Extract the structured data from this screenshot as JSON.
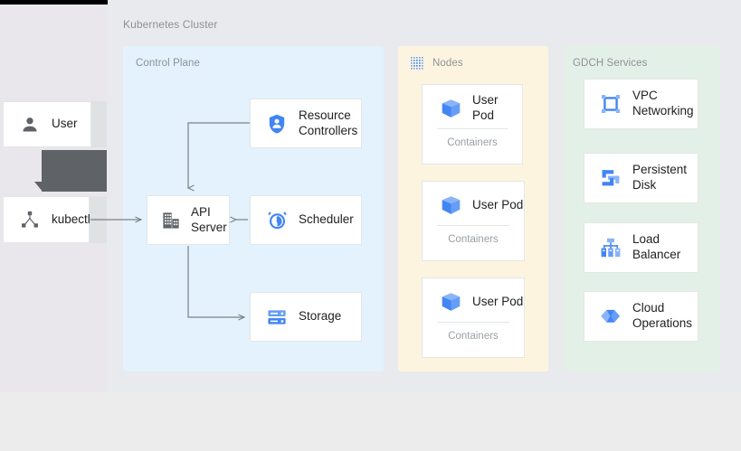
{
  "diagram": {
    "title": "Kubernetes Cluster",
    "colors": {
      "control_plane_bg": "#e3f2fd",
      "nodes_bg": "#fdf4e0",
      "gdch_bg": "#e3f0e7",
      "page_bg": "#e8eaed",
      "left_bg": "#e9e7eb",
      "icon_blue": "#4285f4",
      "icon_blue_light": "#8ab4f8",
      "icon_gray": "#5f6368",
      "connector": "#5f6368",
      "text": "#202124",
      "muted_text": "#9aa0a6"
    }
  },
  "actors": [
    {
      "id": "user",
      "label": "User",
      "icon": "person-icon"
    },
    {
      "id": "kubectl",
      "label": "kubectl",
      "icon": "kubectl-node-icon"
    }
  ],
  "tooltip": {
    "text": ""
  },
  "sections": {
    "control_plane": {
      "label": "Control Plane",
      "components": [
        {
          "id": "resource-controllers",
          "label": "Resource\nControllers",
          "icon": "shield-person-icon"
        },
        {
          "id": "api-server",
          "label": "API\nServer",
          "icon": "server-building-icon"
        },
        {
          "id": "scheduler",
          "label": "Scheduler",
          "icon": "alarm-clock-icon"
        },
        {
          "id": "storage",
          "label": "Storage",
          "icon": "database-storage-icon"
        }
      ]
    },
    "nodes": {
      "label": "Nodes",
      "icon": "nodes-grid-icon",
      "pods": [
        {
          "label": "User Pod",
          "sublabel": "Containers",
          "icon": "pod-cube-icon"
        },
        {
          "label": "User Pod",
          "sublabel": "Containers",
          "icon": "pod-cube-icon"
        },
        {
          "label": "User Pod",
          "sublabel": "Containers",
          "icon": "pod-cube-icon"
        }
      ]
    },
    "gdch_services": {
      "label": "GDCH Services",
      "services": [
        {
          "label": "VPC\nNetworking",
          "icon": "vpc-networking-icon"
        },
        {
          "label": "Persistent\nDisk",
          "icon": "persistent-disk-icon"
        },
        {
          "label": "Load\nBalancer",
          "icon": "load-balancer-icon"
        },
        {
          "label": "Cloud\nOperations",
          "icon": "cloud-operations-icon"
        }
      ]
    }
  },
  "connections": [
    {
      "from": "kubectl",
      "to": "api-server"
    },
    {
      "from": "resource-controllers",
      "to": "api-server"
    },
    {
      "from": "scheduler",
      "to": "api-server"
    },
    {
      "from": "api-server",
      "to": "storage"
    }
  ]
}
